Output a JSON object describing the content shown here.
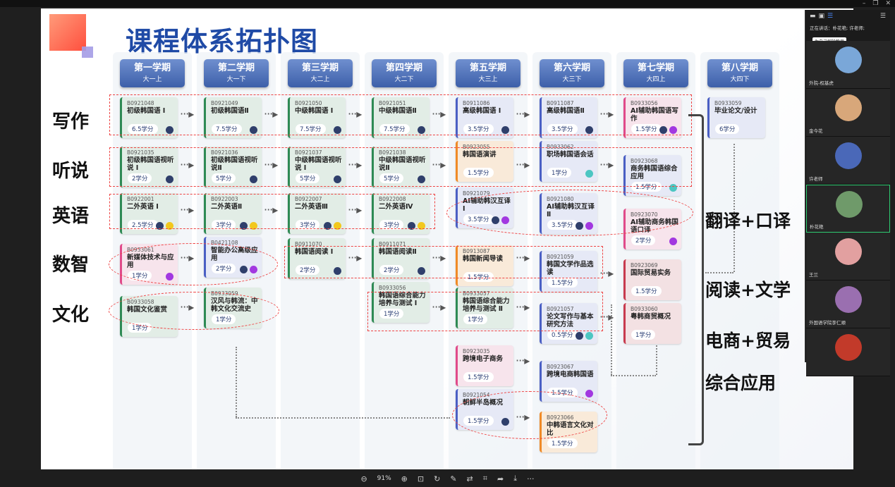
{
  "slide": {
    "title": "课程体系拓扑图",
    "semesters": [
      {
        "name": "第一学期",
        "year": "大一上"
      },
      {
        "name": "第二学期",
        "year": "大一下"
      },
      {
        "name": "第三学期",
        "year": "大二上"
      },
      {
        "name": "第四学期",
        "year": "大二下"
      },
      {
        "name": "第五学期",
        "year": "大三上"
      },
      {
        "name": "第六学期",
        "year": "大三下"
      },
      {
        "name": "第七学期",
        "year": "大四上"
      },
      {
        "name": "第八学期",
        "year": "大四下"
      }
    ],
    "categories": [
      "写作",
      "听说",
      "英语",
      "数智",
      "文化"
    ],
    "right_labels": [
      "翻译+口译",
      "阅读+文学",
      "电商+贸易",
      "综合应用"
    ],
    "courses": [
      {
        "code": "B0921048",
        "name": "初级韩国语 Ⅰ",
        "credit": "6.5学分"
      },
      {
        "code": "B0921049",
        "name": "初级韩国语Ⅱ",
        "credit": "7.5学分"
      },
      {
        "code": "B0921050",
        "name": "中级韩国语 Ⅰ",
        "credit": "7.5学分"
      },
      {
        "code": "B0921051",
        "name": "中级韩国语Ⅱ",
        "credit": "7.5学分"
      },
      {
        "code": "B0911086",
        "name": "高级韩国语 Ⅰ",
        "credit": "3.5学分"
      },
      {
        "code": "B0911087",
        "name": "高级韩国语Ⅱ",
        "credit": "3.5学分"
      },
      {
        "code": "B0933056",
        "name": "AI辅助韩国语写作",
        "credit": "1.5学分"
      },
      {
        "code": "B0933059",
        "name": "毕业论文/设计",
        "credit": "6学分"
      },
      {
        "code": "B0921035",
        "name": "初级韩国语视听说 Ⅰ",
        "credit": "2学分"
      },
      {
        "code": "B0921036",
        "name": "初级韩国语视听说Ⅱ",
        "credit": "5学分"
      },
      {
        "code": "B0921037",
        "name": "中级韩国语视听说 Ⅰ",
        "credit": "5学分"
      },
      {
        "code": "B0921038",
        "name": "中级韩国语视听说Ⅱ",
        "credit": "5学分"
      },
      {
        "code": "B0923055",
        "name": "韩国语演讲",
        "credit": "1.5学分"
      },
      {
        "code": "B0933062",
        "name": "职场韩国语会话",
        "credit": "1学分"
      },
      {
        "code": "B0923068",
        "name": "商务韩国语综合应用",
        "credit": "1.5学分"
      },
      {
        "code": "B0922001",
        "name": "二外英语 Ⅰ",
        "credit": "2.5学分"
      },
      {
        "code": "B0922003",
        "name": "二外英语Ⅱ",
        "credit": "3学分"
      },
      {
        "code": "B0922007",
        "name": "二外英语Ⅲ",
        "credit": "3学分"
      },
      {
        "code": "B0922008",
        "name": "二外英语Ⅳ",
        "credit": "3学分"
      },
      {
        "code": "B0921079",
        "name": "AI辅助韩汉互译 Ⅰ",
        "credit": "3.5学分"
      },
      {
        "code": "B0921080",
        "name": "AI辅助韩汉互译Ⅱ",
        "credit": "3.5学分"
      },
      {
        "code": "B0923070",
        "name": "AI辅助商务韩国语口译",
        "credit": "2学分"
      },
      {
        "code": "B0933061",
        "name": "新媒体技术与应用",
        "credit": "1学分"
      },
      {
        "code": "B0421108",
        "name": "智能办公高级应用",
        "credit": "2学分"
      },
      {
        "code": "B0911070",
        "name": "韩国语阅读 Ⅰ",
        "credit": "2学分"
      },
      {
        "code": "B0911071",
        "name": "韩国语阅读Ⅱ",
        "credit": "2学分"
      },
      {
        "code": "B0913087",
        "name": "韩国新闻导读",
        "credit": "1.5学分"
      },
      {
        "code": "B0921059",
        "name": "韩国文学作品选读",
        "credit": "1.5学分"
      },
      {
        "code": "B0923069",
        "name": "国际贸易实务",
        "credit": "1.5学分"
      },
      {
        "code": "B0933058",
        "name": "韩国文化鉴赏",
        "credit": "1学分"
      },
      {
        "code": "B0933059",
        "name": "汉风与韩流：中韩文化交流史",
        "credit": "1学分"
      },
      {
        "code": "B0933056",
        "name": "韩国语综合能力培养与测试 Ⅰ",
        "credit": "1学分"
      },
      {
        "code": "B0933057",
        "name": "韩国语综合能力培养与测试 Ⅱ",
        "credit": "1学分"
      },
      {
        "code": "B0921057",
        "name": "论文写作与基本研究方法",
        "credit": "0.5学分"
      },
      {
        "code": "B0933060",
        "name": "粤韩商贸概况",
        "credit": "1学分"
      },
      {
        "code": "B0923035",
        "name": "跨境电子商务",
        "credit": "1.5学分"
      },
      {
        "code": "B0923067",
        "name": "跨境电商韩国语",
        "credit": "1.5学分"
      },
      {
        "code": "B0921054",
        "name": "朝鲜半岛概况",
        "credit": "1.5学分"
      },
      {
        "code": "B0923066",
        "name": "中韩语言文化对比",
        "credit": "1.5学分"
      }
    ]
  },
  "panel": {
    "speaking": "正在讲话：朴花艳; 许老师;",
    "unmute_tip": "为自己解除静音",
    "participants": [
      "外院-权基虎",
      "金今花",
      "许老师",
      "朴花艳",
      "王兰",
      "外国语学院李仁顺",
      ""
    ]
  },
  "toolbar": {
    "zoom": "91%",
    "more": "···"
  },
  "colors": {
    "title": "#1f4aa6",
    "semester_header": "#3d5fa9",
    "dashed": "#e44444"
  }
}
